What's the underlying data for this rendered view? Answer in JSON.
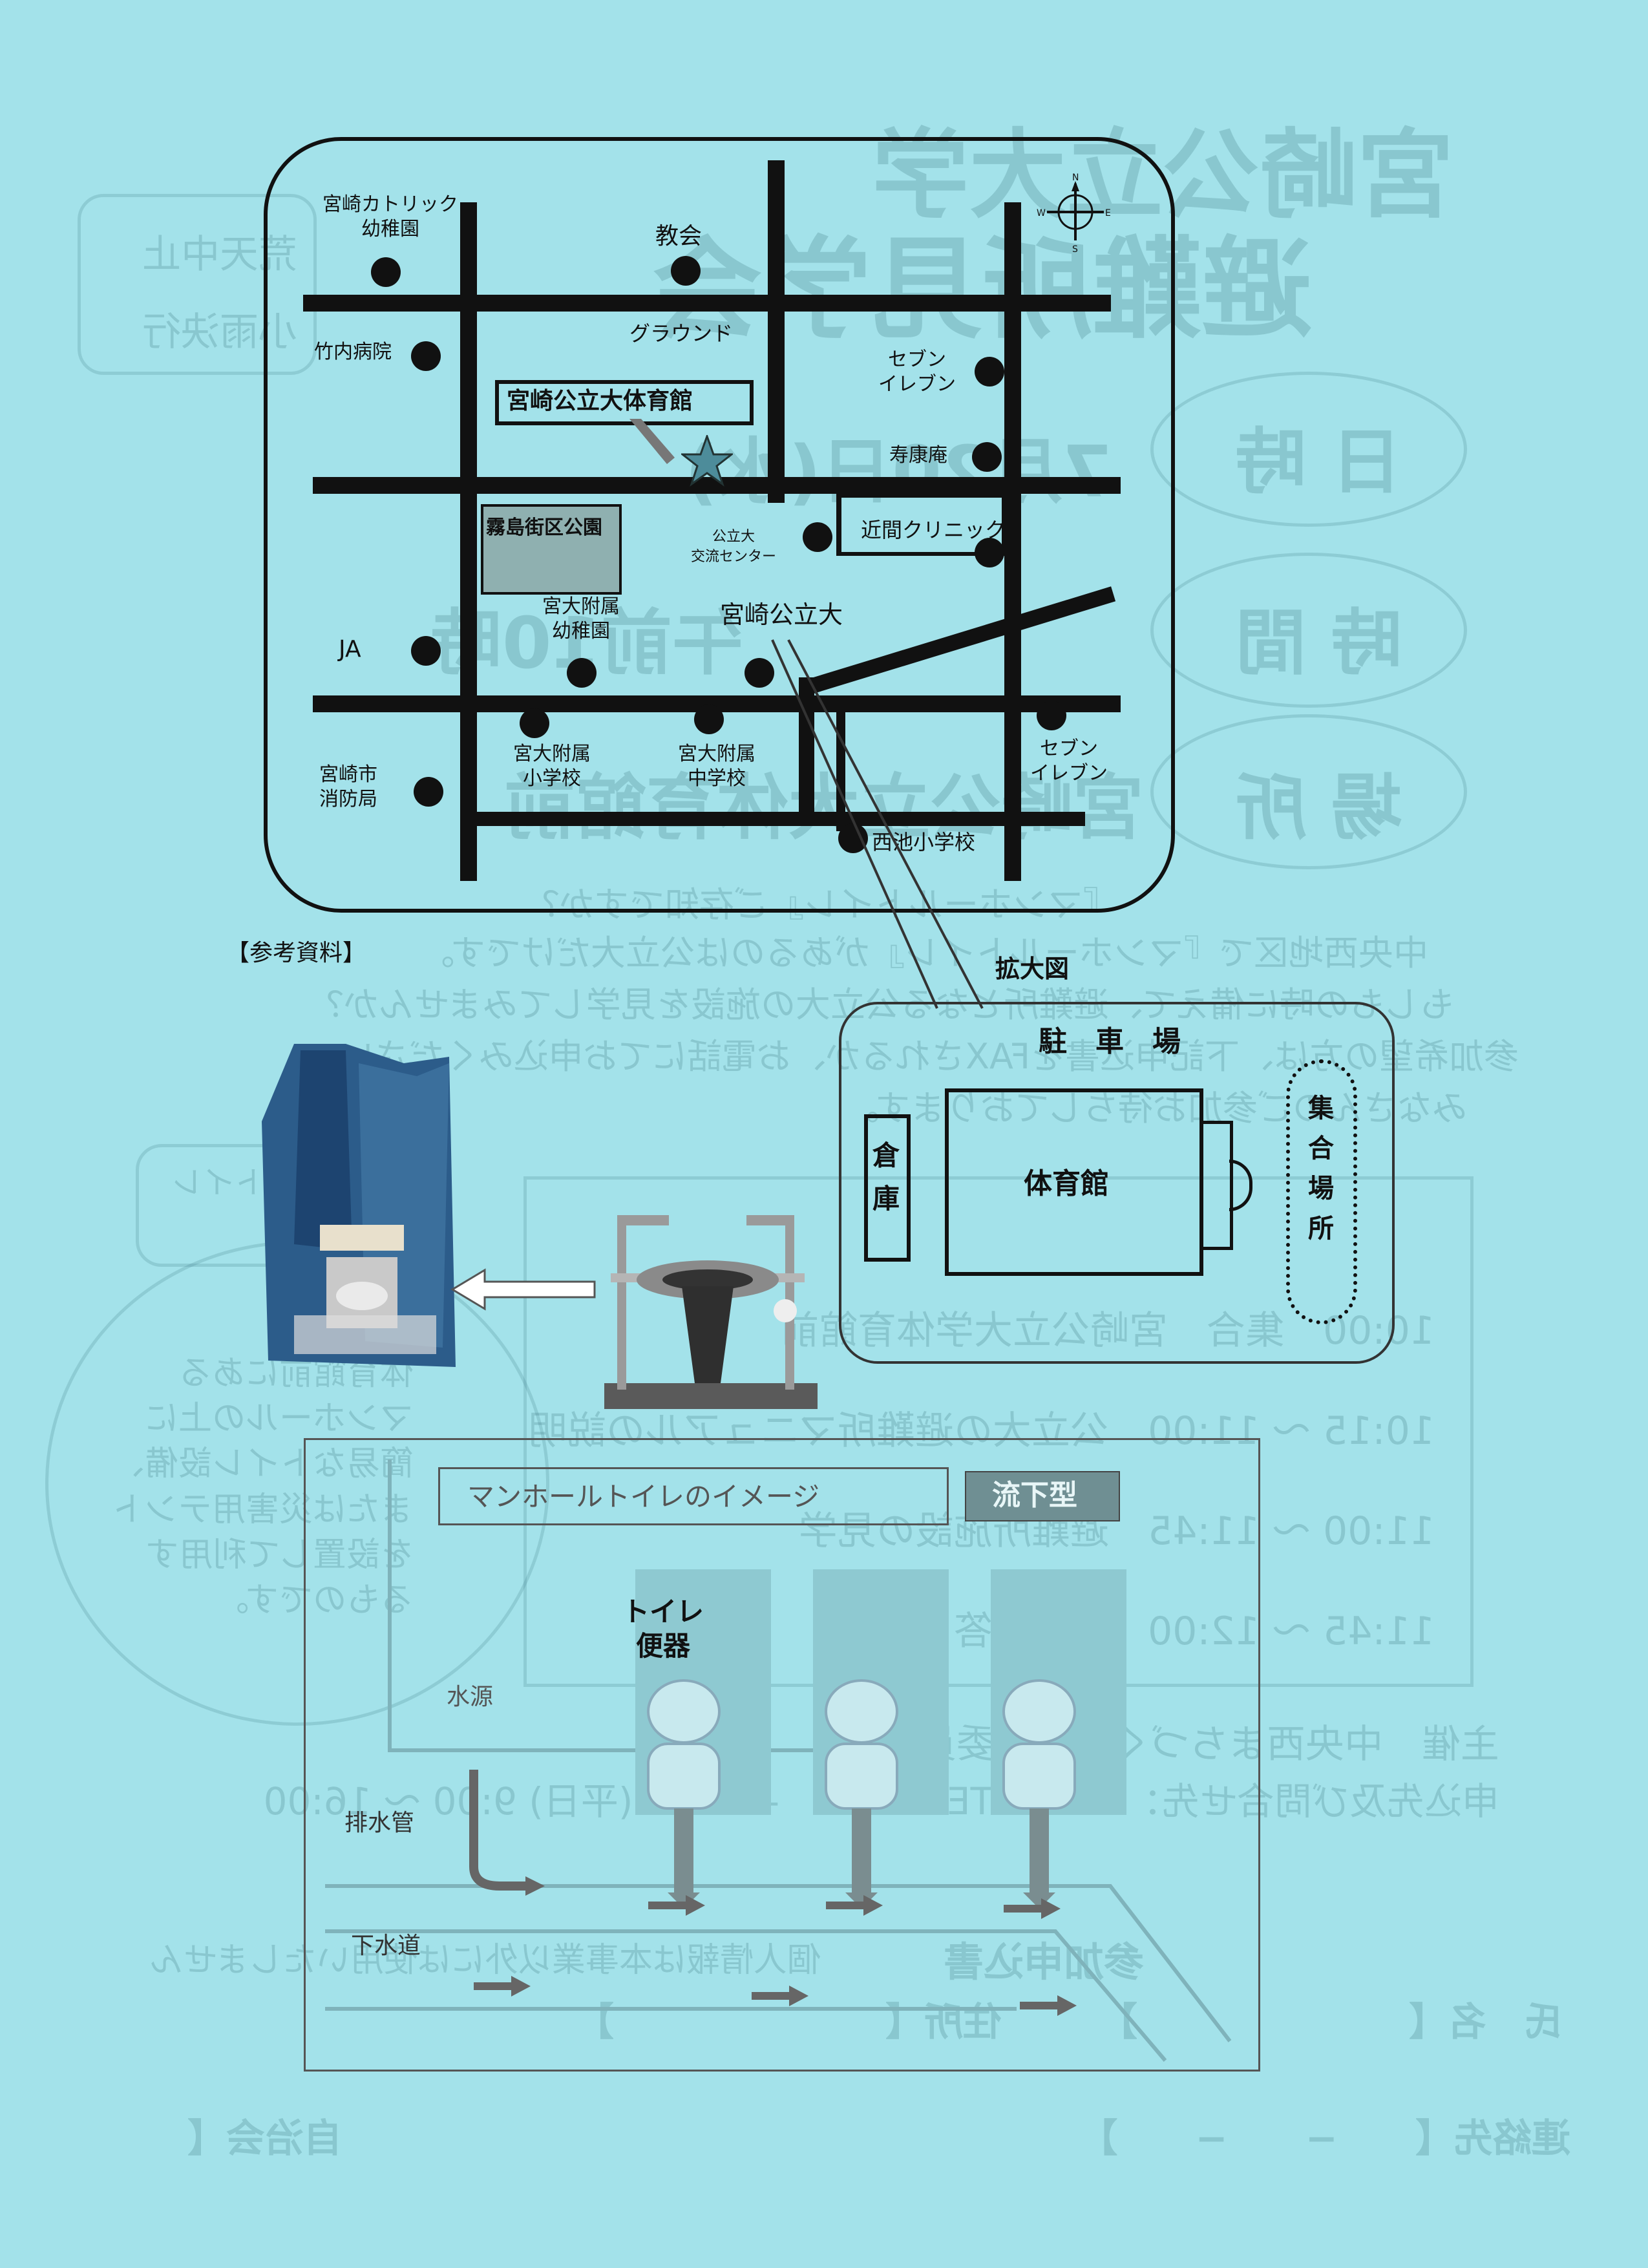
{
  "map": {
    "labels": {
      "catholic_kindergarten": "宮崎カトリック\n幼稚園",
      "church": "教会",
      "ground": "グラウンド",
      "takeuchi_hospital": "竹内病院",
      "gym_title": "宮崎公立大体育館",
      "seven_eleven_1": "セブン\nイレブン",
      "jukoan": "寿康庵",
      "kirishima_park": "霧島街区公園",
      "exchange_center": "公立大\n交流センター",
      "chikama_clinic": "近間クリニック",
      "univ_kindergarten": "宮大附属\n幼稚園",
      "miyazaki_univ": "宮崎公立大",
      "ja": "JA",
      "univ_elementary": "宮大附属\n小学校",
      "univ_junior_high": "宮大附属\n中学校",
      "seven_eleven_2": "セブン\nイレブン",
      "fire_dept": "宮崎市\n消防局",
      "nishiike_elementary": "西池小学校"
    },
    "compass": {
      "n": "N",
      "e": "E",
      "s": "S",
      "w": "W"
    }
  },
  "reference_label": "【参考資料】",
  "enlarged": {
    "title": "拡大図",
    "parking": "駐　車　場",
    "warehouse": "倉\n庫",
    "gym": "体育館",
    "assembly": "集\n合\n場\n所"
  },
  "toilet": {
    "title": "マンホールトイレのイメージ",
    "type_badge": "流下型",
    "toilet_label": "トイレ\n便器",
    "water_source": "水源",
    "drain_pipe": "排水管",
    "sewer": "下水道"
  },
  "bleed": {
    "title1": "宮崎公立大学",
    "title2": "避難所見学会",
    "day_label": "日 時",
    "day_value": "7月20日(水)",
    "time_label": "時 間",
    "time_value": "午前10時",
    "place_label": "場 所",
    "place_value": "宮崎公立大体育館前",
    "rain_box_1": "荒天中止",
    "rain_box_2": "小雨決行",
    "intro_1": "『マンホールトイレ』ご存知ですか？",
    "intro_2": "中央西地区で『マンホールトイレ』があるのは公立大だけです。",
    "intro_3": "もしもの時に備えて、避難所となる公立大の施設を見学してみませんか？",
    "intro_4": "参加希望の方は、下記申込書をFAXされるか、お電話にてお申込みください。",
    "intro_5": "みなさんのご参加お待ちしております。",
    "schedule_1": "10:00　集合　宮崎公立大学体育館前",
    "schedule_2": "10:15 〜 11:00　公立大の避難所マニュアルの説明",
    "schedule_3": "11:00 〜 11:45　避難所施設の見学",
    "schedule_4": "11:45 〜 12:00　質疑応答",
    "left_note": "体育館前にある\nマンホールの上に\n簡易なトイレ設備、\nまたは災害用テント\nを設置して利用す\nるものです。",
    "left_box": "マンホールトイレ\nとは…",
    "organizer": "主催　中央西まちづくり推進委員会",
    "contact": "申込先及び問合せ先：　　　　TEL0985-　-0507　(平日) 9:00 〜 16:00",
    "form_title": "参加申込書",
    "form_note": "個人情報は本事業以外には使用いたしません",
    "form_name": "氏　名【　　　　　　　】",
    "form_address": "住所【　　　　　　　】",
    "form_contact": "連絡先【　　−　　−　　】",
    "form_assoc": "自治会【　　　　　】"
  }
}
